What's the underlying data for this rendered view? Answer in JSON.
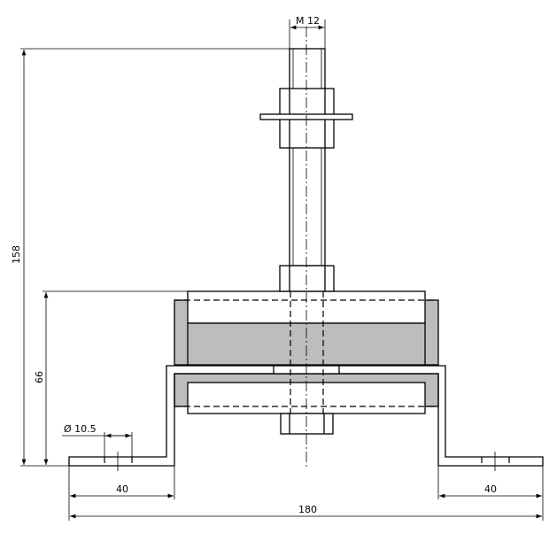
{
  "title": "Anti-vibration mount drawing",
  "dimensions": {
    "thread": "M 12",
    "total_height": "158",
    "mount_height": "66",
    "hole_diameter": "Ø 10.5",
    "foot_left": "40",
    "foot_right": "40",
    "total_width": "180"
  },
  "colors": {
    "rubber": "#bdbdbd",
    "line": "#000000"
  }
}
